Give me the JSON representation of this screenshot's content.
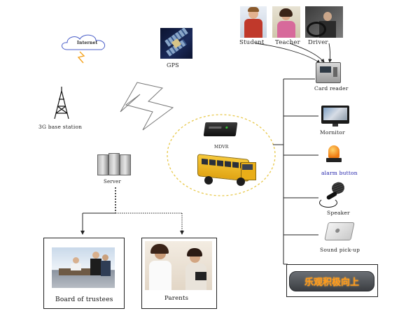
{
  "labels": {
    "internet": "Internet",
    "gps": "GPS",
    "base_station": "3G base station",
    "server": "Server",
    "mdvr": "MDVR",
    "student": "Student",
    "teacher": "Teacher",
    "driver": "Driver",
    "card_reader": "Card reader",
    "monitor": "Mornitor",
    "alarm_button": "alarm button",
    "speaker": "Speaker",
    "sound_pickup": "Sound pick-up",
    "board": "Board of trustees",
    "parents": "Parents",
    "led_display_text": "乐观积极向上"
  },
  "colors": {
    "accent_blue": "#1a1aa8",
    "bus_yellow": "#f2b81c",
    "ellipse_dash": "#e8c84a",
    "lightning": "#f4a21c"
  }
}
